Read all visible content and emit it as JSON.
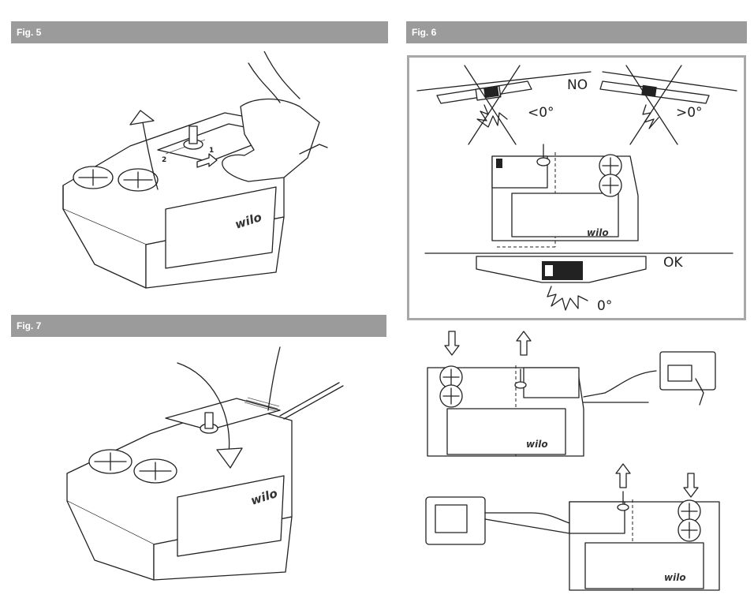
{
  "figures": {
    "fig5": {
      "title": "Fig. 5",
      "step1": "1",
      "step2": "2",
      "logo": "wilo"
    },
    "fig6": {
      "title": "Fig. 6",
      "no_label": "NO",
      "ok_label": "OK",
      "angle_less": "<0°",
      "angle_more": ">0°",
      "angle_zero": "0°",
      "logo": "wilo",
      "logo_a": "wilo",
      "logo_b": "wilo"
    },
    "fig7": {
      "title": "Fig. 7",
      "logo": "wilo"
    }
  },
  "icons": [
    "hand-icon",
    "arrow-up-icon",
    "arrow-down-icon",
    "cross-mark-icon",
    "vibration-icon",
    "plug-adapter-icon"
  ]
}
